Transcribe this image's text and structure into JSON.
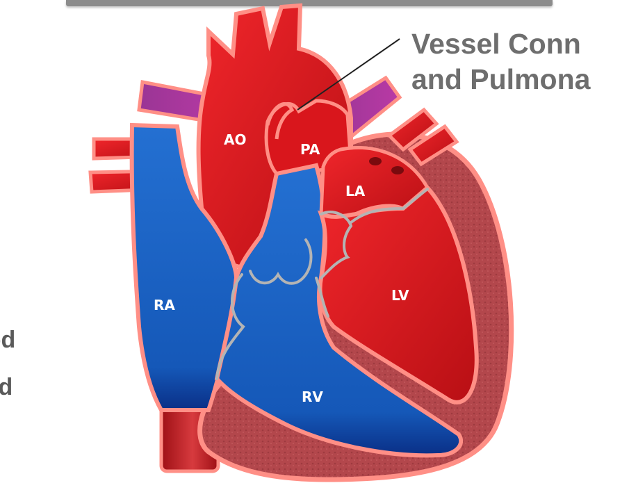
{
  "title": {
    "line1": "Vessel Conn",
    "line2": "and Pulmona"
  },
  "legend": {
    "item1": "ood",
    "item2": "ood"
  },
  "labels": {
    "ao": "AO",
    "pa": "PA",
    "la": "LA",
    "lv": "LV",
    "ra": "RA",
    "rv": "RV"
  },
  "colors": {
    "oxygenated": "#d41419",
    "deoxygenated": "#1a5fbf",
    "mixed": "#a23598",
    "myocardium": "#b0444a",
    "outline": "#ff8f86",
    "valve": "#b4b4b4",
    "title_text": "#6e6e6e"
  }
}
